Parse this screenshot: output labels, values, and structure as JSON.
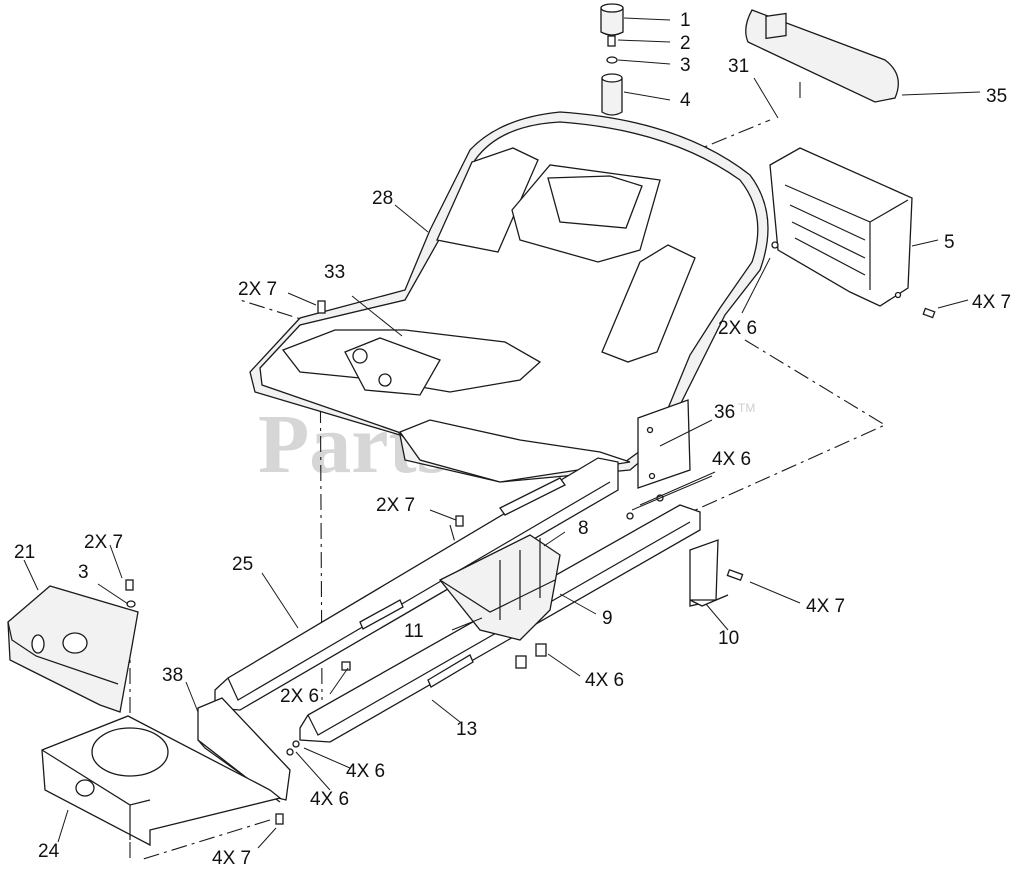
{
  "watermark": {
    "text": "PartsTree",
    "trademark": "TM"
  },
  "callouts": {
    "c1": "1",
    "c2": "2",
    "c3": "3",
    "c4": "4",
    "c31": "31",
    "c35": "35",
    "c28": "28",
    "c5": "5",
    "c4x7_r": "4X 7",
    "c2x7_seat": "2X 7",
    "c33": "33",
    "c2x6_r": "2X 6",
    "c36": "36",
    "c4x6_top": "4X 6",
    "c2x7_mid": "2X 7",
    "c21": "21",
    "c2x7_left": "2X 7",
    "c3_left": "3",
    "c8": "8",
    "c25": "25",
    "c9": "9",
    "c4x7_mid": "4X 7",
    "c11": "11",
    "c10": "10",
    "c38": "38",
    "c2x6_mid": "2X 6",
    "c4x6_low": "4X 6",
    "c13": "13",
    "c4x6_a": "4X 6",
    "c4x6_b": "4X 6",
    "c24": "24",
    "c4x7_bottom": "4X 7"
  }
}
